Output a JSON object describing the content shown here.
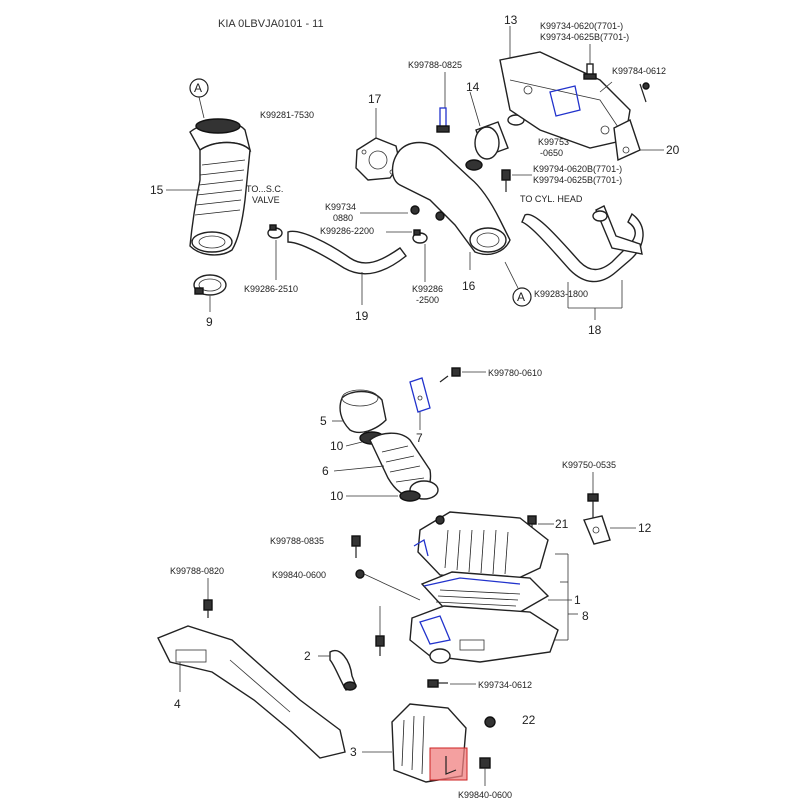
{
  "title": "KIA 0LBVJA0101 - 11",
  "colors": {
    "highlight": "#f08080",
    "line": "#222222",
    "accent_blue": "#2233cc"
  },
  "top": {
    "callout_a1": "A",
    "callout_a2": "A",
    "labels": {
      "k99281_7530": "K99281-7530",
      "k99788_0825": "K99788-0825",
      "k99734_0620": "K99734-0620(7701-)",
      "k99734_0625": "K99734-0625B(7701-)",
      "k99784_0612": "K99784-0612",
      "k99753_0650_a": "K99753",
      "k99753_0650_b": "-0650",
      "k99794_0620": "K99794-0620B(7701-)",
      "k99794_0625": "K99794-0625B(7701-)",
      "to_cyl_head": "TO CYL. HEAD",
      "k99734_0880_a": "K99734",
      "k99734_0880_b": "0880",
      "k99286_2200": "K99286-2200",
      "k99286_2500_a": "K99286",
      "k99286_2500_b": "-2500",
      "k99286_2510": "K99286-2510",
      "k99283_1800": "K99283-1800",
      "to_valve_a": "TO...S.C.",
      "to_valve_b": "VALVE"
    },
    "numbers": {
      "n13": "13",
      "n14": "14",
      "n17": "17",
      "n15": "15",
      "n20": "20",
      "n16": "16",
      "n19": "19",
      "n18": "18",
      "n9": "9"
    }
  },
  "bottom": {
    "labels": {
      "k99780_0610": "K99780-0610",
      "k99750_0535": "K99750-0535",
      "k99788_0835": "K99788-0835",
      "k99840_0600_a": "K99840-0600",
      "k99788_0820": "K99788-0820",
      "k99734_0612": "K99734-0612",
      "k99840_0600_b": "K99840-0600"
    },
    "numbers": {
      "n5": "5",
      "n10a": "10",
      "n6": "6",
      "n10b": "10",
      "n7": "7",
      "n21": "21",
      "n12": "12",
      "n1": "1",
      "n8": "8",
      "n2": "2",
      "n4": "4",
      "n3": "3",
      "n22": "22"
    }
  }
}
